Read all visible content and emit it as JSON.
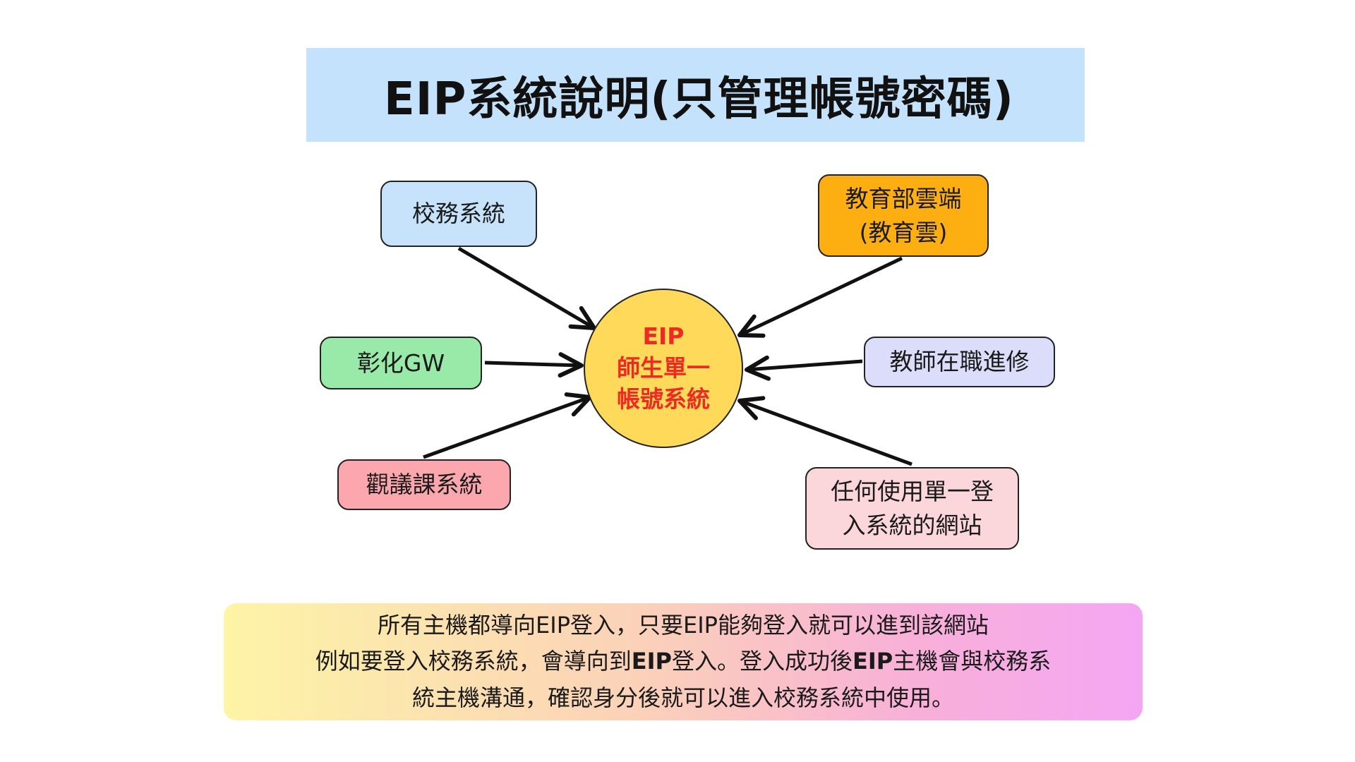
{
  "title": "EIP系統說明(只管理帳號密碼)",
  "center": {
    "line1": "EIP",
    "line2": "師生單一",
    "line3": "帳號系統"
  },
  "nodes": {
    "school_affairs": "校務系統",
    "moe_cloud": "教育部雲端\n(教育雲)",
    "changhua_gw": "彰化GW",
    "teacher_training": "教師在職進修",
    "lesson_observation": "觀議課系統",
    "any_sso_site": "任何使用單一登\n入系統的網站"
  },
  "colors": {
    "title_bg": "#c4e2fb",
    "center_fill": "#ffd95a",
    "center_text": "#ee2a24",
    "school_affairs": "#c6e3fb",
    "moe_cloud": "#fdaf12",
    "changhua_gw": "#99eaa8",
    "teacher_training": "#dcdcfb",
    "lesson_observation": "#fba7ad",
    "any_sso_site": "#fbd7dc"
  },
  "note": {
    "line1": "所有主機都導向EIP登入，只要EIP能夠登入就可以進到該網站",
    "line2_a": "例如要登入校務系統，會導向到",
    "line2_b": "EIP",
    "line2_c": "登入。登入成功後",
    "line2_d": "EIP",
    "line2_e": "主機會與校務系",
    "line3": "統主機溝通，確認身分後就可以進入校務系統中使用。"
  }
}
